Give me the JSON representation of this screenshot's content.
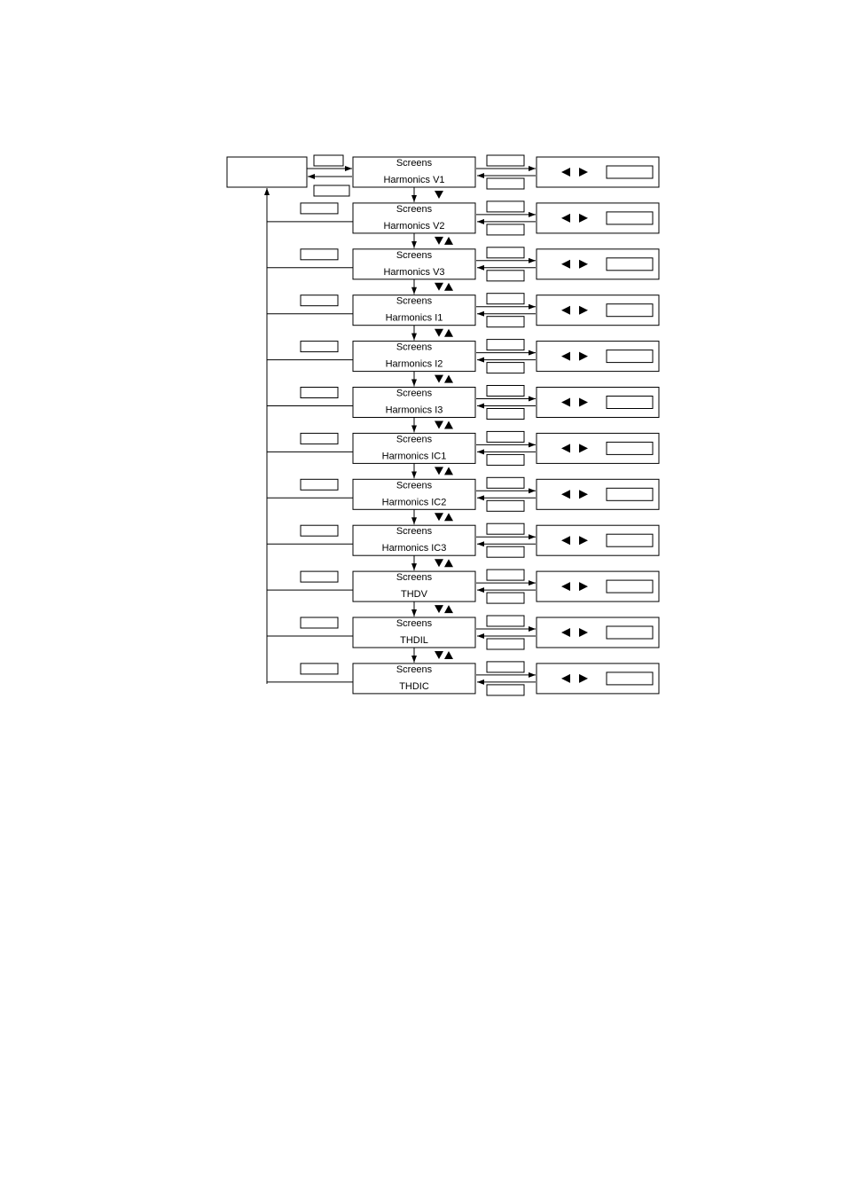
{
  "diagram": {
    "screens": [
      {
        "line1": "Screens",
        "line2": "Harmonics  V1"
      },
      {
        "line1": "Screens",
        "line2": "Harmonics  V2"
      },
      {
        "line1": "Screens",
        "line2": "Harmonics  V3"
      },
      {
        "line1": "Screens",
        "line2": "Harmonics  I1"
      },
      {
        "line1": "Screens",
        "line2": "Harmonics  I2"
      },
      {
        "line1": "Screens",
        "line2": "Harmonics  I3"
      },
      {
        "line1": "Screens",
        "line2": "Harmonics  IC1"
      },
      {
        "line1": "Screens",
        "line2": "Harmonics  IC2"
      },
      {
        "line1": "Screens",
        "line2": "Harmonics  IC3"
      },
      {
        "line1": "Screens",
        "line2": "THDV"
      },
      {
        "line1": "Screens",
        "line2": "THDIL"
      },
      {
        "line1": "Screens",
        "line2": "THDIC"
      }
    ],
    "icons": {
      "down": "triangle-down-icon",
      "up": "triangle-up-icon",
      "left": "triangle-left-icon",
      "right": "triangle-right-icon"
    }
  }
}
